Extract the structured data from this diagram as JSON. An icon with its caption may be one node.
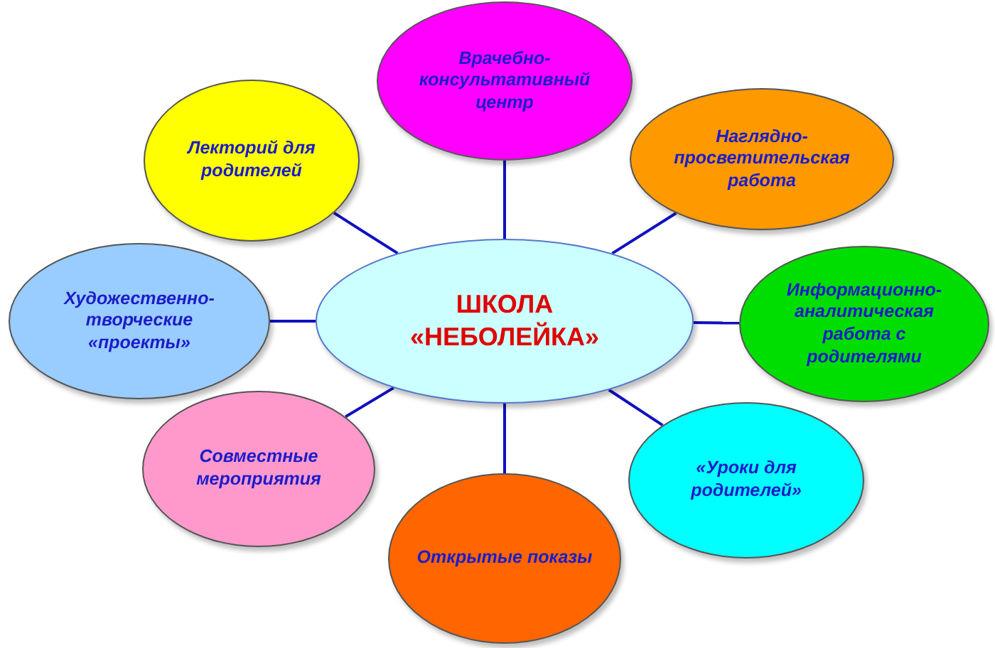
{
  "diagram": {
    "nodes": [
      {
        "text": [
          "ШКОЛА «НЕБОЛЕЙКА»"
        ]
      },
      {
        "text": [
          "Врачебно-консультативный центр"
        ]
      },
      {
        "text": [
          "Наглядно-просветительская работа"
        ]
      },
      {
        "text": [
          "Информационно-аналитическая работа с родителями"
        ]
      },
      {
        "text": [
          "«Уроки для родителей»"
        ]
      },
      {
        "text": [
          "Открытые показы"
        ]
      },
      {
        "text": [
          "Совместные мероприятия"
        ]
      },
      {
        "text": [
          "Художественно-творческие «проекты»"
        ]
      },
      {
        "text": [
          "Лекторий для родителей"
        ]
      }
    ],
    "edges": [
      {
        "from": 0,
        "to": 1,
        "arrow": "none"
      },
      {
        "from": 0,
        "to": 2,
        "arrow": "none"
      },
      {
        "from": 0,
        "to": 3,
        "arrow": "none"
      },
      {
        "from": 0,
        "to": 4,
        "arrow": "none"
      },
      {
        "from": 0,
        "to": 5,
        "arrow": "none"
      },
      {
        "from": 0,
        "to": 6,
        "arrow": "none"
      },
      {
        "from": 0,
        "to": 7,
        "arrow": "none"
      },
      {
        "from": 0,
        "to": 8,
        "arrow": "none"
      }
    ]
  }
}
